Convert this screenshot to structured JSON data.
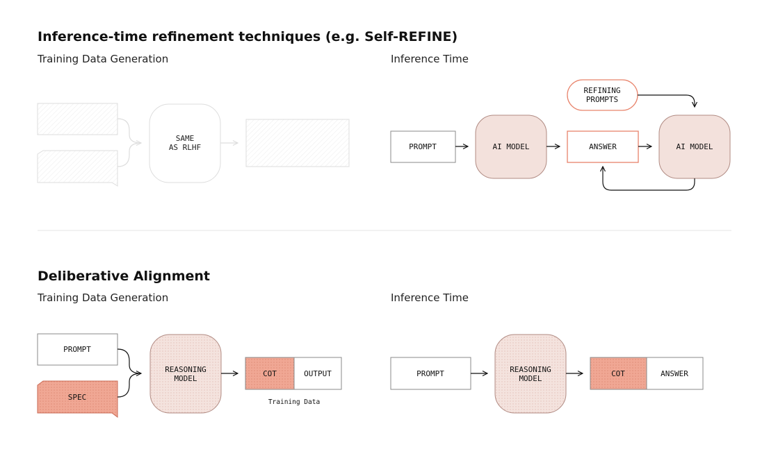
{
  "section1": {
    "title": "Inference-time refinement techniques (e.g. Self-REFINE)",
    "training_label": "Training Data Generation",
    "inference_label": "Inference Time",
    "training": {
      "center_line1": "SAME",
      "center_line2": "AS RLHF"
    },
    "inference": {
      "refining_line1": "REFINING",
      "refining_line2": "PROMPTS",
      "prompt": "PROMPT",
      "model1": "AI MODEL",
      "answer": "ANSWER",
      "model2": "AI MODEL"
    }
  },
  "section2": {
    "title": "Deliberative Alignment",
    "training_label": "Training Data Generation",
    "inference_label": "Inference Time",
    "training": {
      "prompt": "PROMPT",
      "spec": "SPEC",
      "model_line1": "REASONING",
      "model_line2": "MODEL",
      "cot": "COT",
      "output": "OUTPUT",
      "caption": "Training Data"
    },
    "inference": {
      "prompt": "PROMPT",
      "model_line1": "REASONING",
      "model_line2": "MODEL",
      "cot": "COT",
      "answer": "ANSWER"
    }
  },
  "colors": {
    "accent": "#e8836b",
    "model_fill": "#f3e1dc",
    "model_stroke": "#b08a82",
    "cot_fill": "#f1a896",
    "ghost": "#dddddd",
    "divider": "#e6e6e6"
  }
}
